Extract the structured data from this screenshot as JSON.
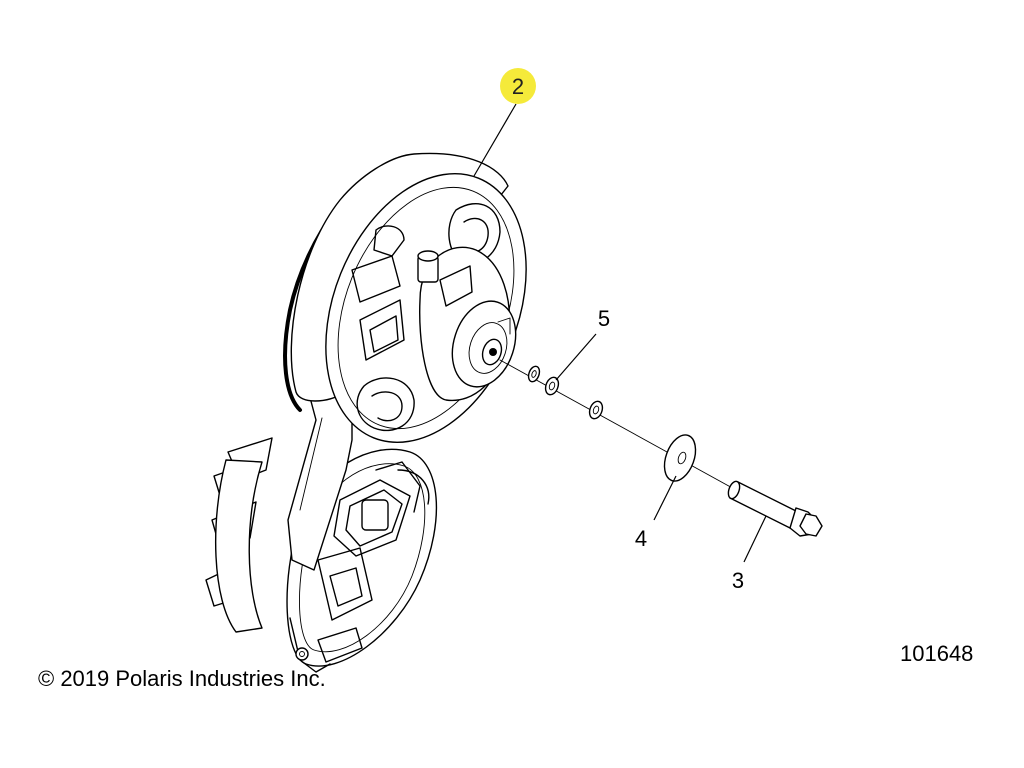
{
  "callouts": {
    "item_2": {
      "label": "2",
      "highlight_color": "#f5ea3a"
    },
    "item_3": {
      "label": "3"
    },
    "item_4": {
      "label": "4"
    },
    "item_5": {
      "label": "5"
    }
  },
  "footer": {
    "copyright": "© 2019 Polaris Industries Inc.",
    "drawing_number": "101648"
  },
  "colors": {
    "line": "#000000",
    "background": "#ffffff",
    "callout_highlight": "#f5ea3a"
  }
}
